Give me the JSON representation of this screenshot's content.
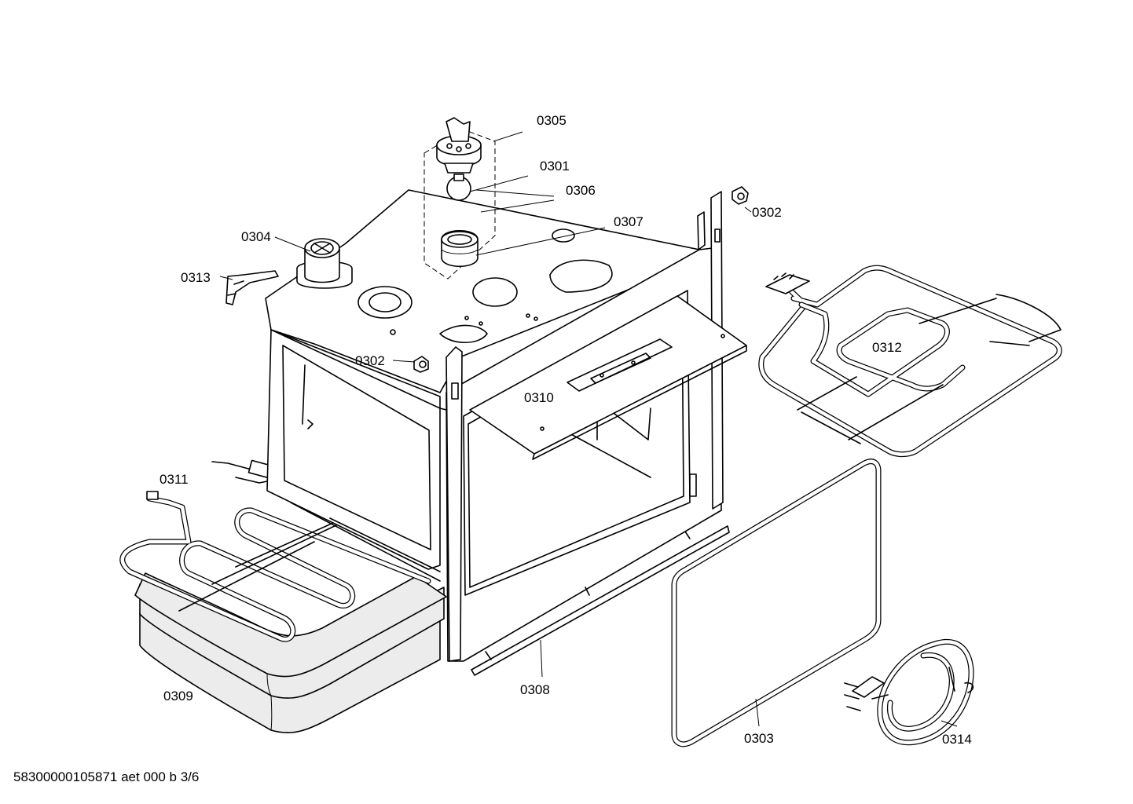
{
  "diagram": {
    "labels": {
      "p0301": "0301",
      "p0302a": "0302",
      "p0302b": "0302",
      "p0303": "0303",
      "p0304": "0304",
      "p0305": "0305",
      "p0306": "0306",
      "p0307": "0307",
      "p0308": "0308",
      "p0309": "0309",
      "p0310": "0310",
      "p0311": "0311",
      "p0312": "0312",
      "p0313": "0313",
      "p0314": "0314"
    },
    "footer": "58300000105871 aet 000 b 3/6"
  }
}
